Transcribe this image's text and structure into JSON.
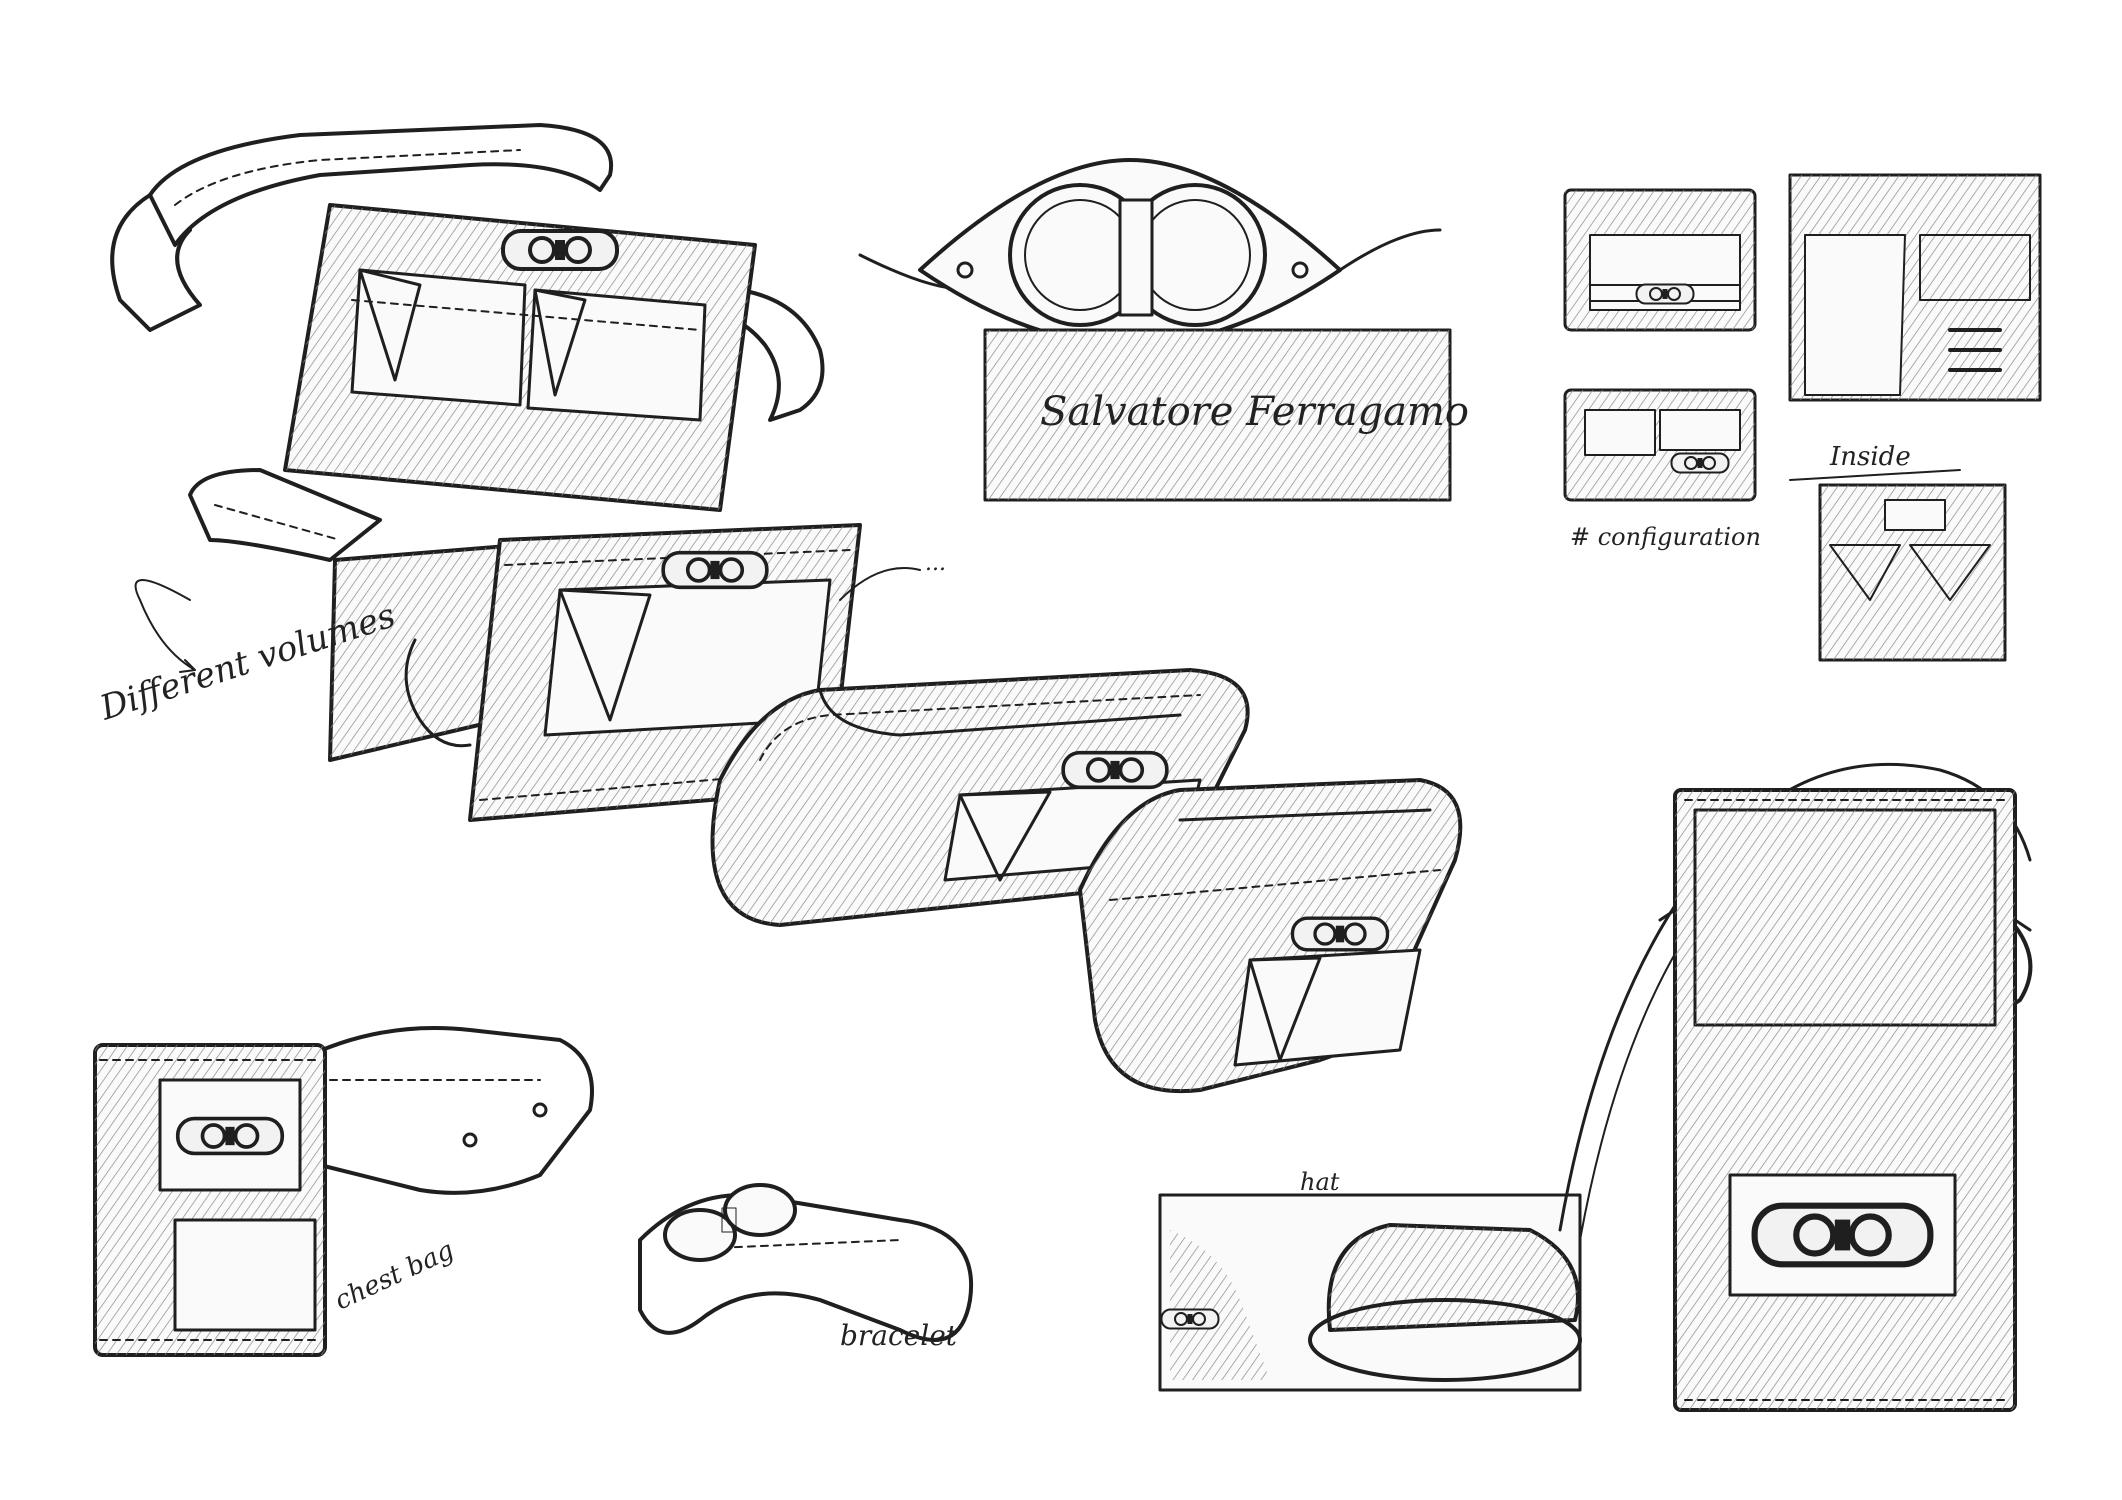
{
  "notes": {
    "different_volumes": "Different volumes",
    "top_annotation": "...",
    "logo_text": "Salvatore Ferragamo",
    "configuration": "# configuration",
    "inside": "Inside",
    "hat": "hat",
    "chest_bag": "chest bag",
    "bracelet": "bracelet"
  },
  "colors": {
    "ink": "#1f1f1f",
    "paper": "#ffffff",
    "shading": "#9a9a9a"
  },
  "buckle_icon": "gancini-buckle-icon"
}
